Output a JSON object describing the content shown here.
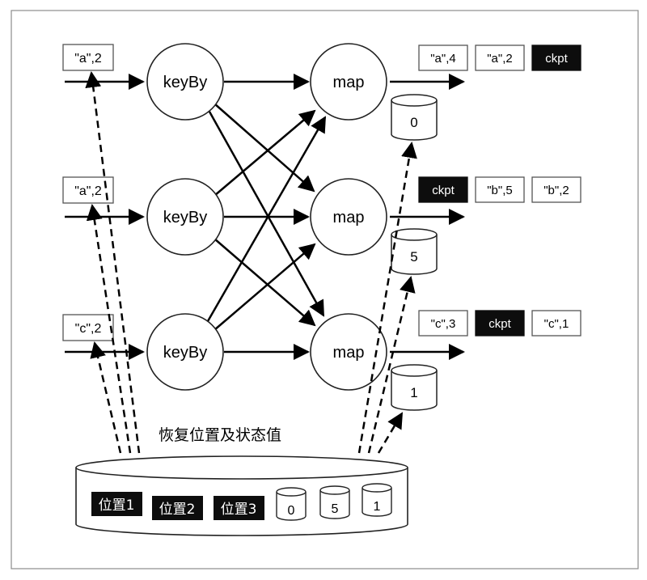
{
  "inputs": [
    {
      "label": "\"a\",2"
    },
    {
      "label": "\"a\",2"
    },
    {
      "label": "\"c\",2"
    }
  ],
  "operators": {
    "keyby": [
      "keyBy",
      "keyBy",
      "keyBy"
    ],
    "map": [
      "map",
      "map",
      "map"
    ]
  },
  "map_states": [
    "0",
    "5",
    "1"
  ],
  "output_rows": [
    [
      {
        "text": "\"a\",4",
        "dark": false
      },
      {
        "text": "\"a\",2",
        "dark": false
      },
      {
        "text": "ckpt",
        "dark": true
      }
    ],
    [
      {
        "text": "ckpt",
        "dark": true
      },
      {
        "text": "\"b\",5",
        "dark": false
      },
      {
        "text": "\"b\",2",
        "dark": false
      }
    ],
    [
      {
        "text": "\"c\",3",
        "dark": false
      },
      {
        "text": "ckpt",
        "dark": true
      },
      {
        "text": "\"c\",1",
        "dark": false
      }
    ]
  ],
  "restore_label": "恢复位置及状态值",
  "storage": {
    "positions": [
      "位置1",
      "位置2",
      "位置3"
    ],
    "states": [
      "0",
      "5",
      "1"
    ]
  }
}
